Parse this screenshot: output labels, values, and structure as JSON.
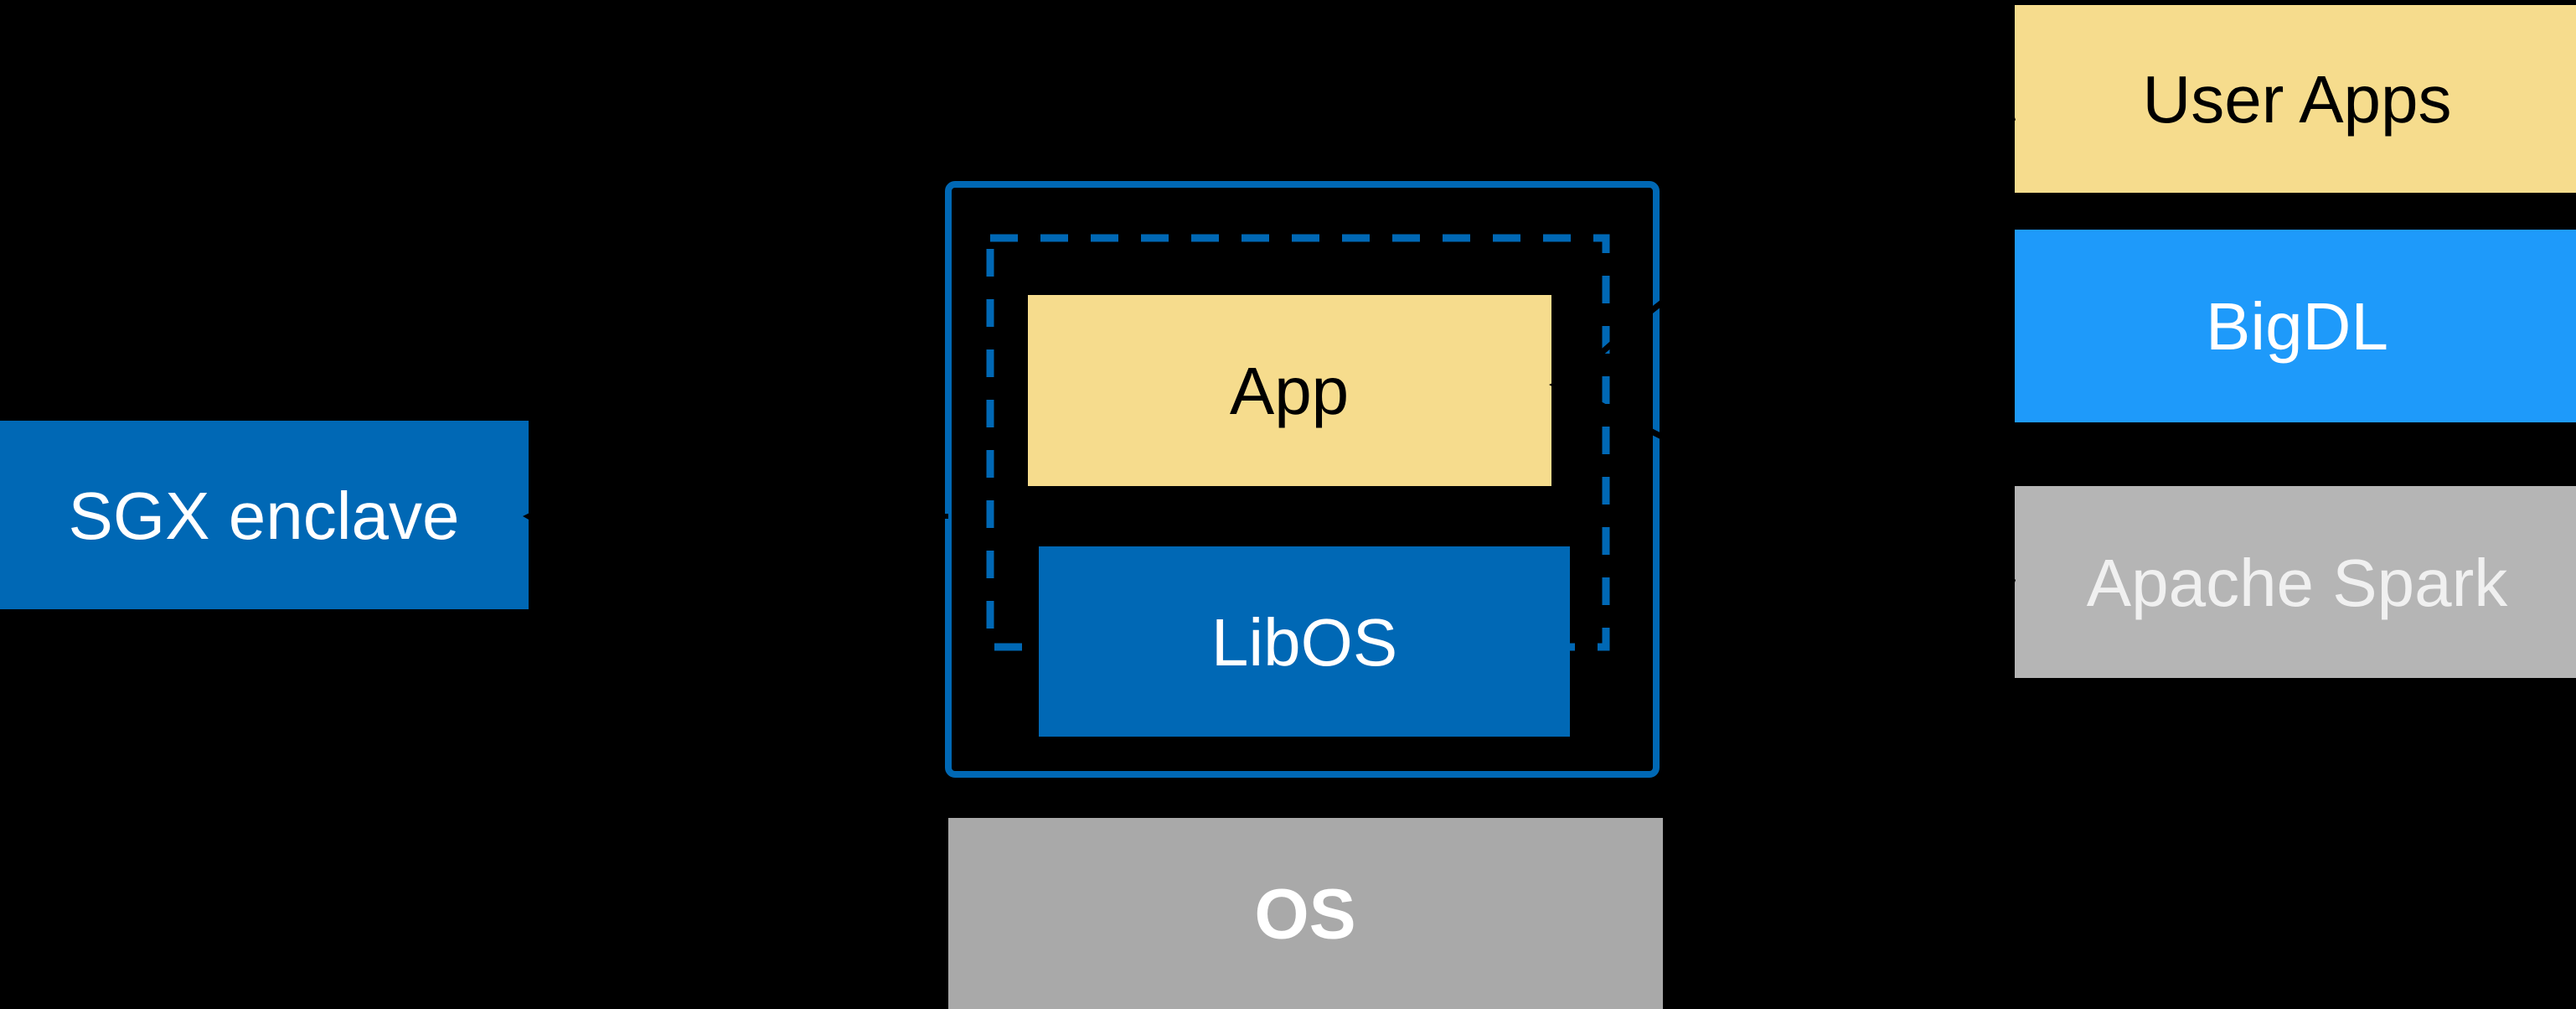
{
  "palette": {
    "background": "#000000",
    "intel_blue": "#0068B5",
    "bright_blue": "#1E9AFA",
    "soft_yellow": "#F6DC8D",
    "gray_os": "#A9A9A9",
    "gray_spark": "#B5B5B5",
    "spark_text": "#F0F0F0",
    "black": "#000000",
    "white": "#FFFFFF"
  },
  "diagram": {
    "sgx_label_box": {
      "label": "SGX enclave"
    },
    "enclave": {
      "app_box": {
        "label": "App"
      },
      "libos_box": {
        "label": "LibOS"
      }
    },
    "os_box": {
      "label": "OS"
    },
    "stack": {
      "user_apps": {
        "label": "User Apps"
      },
      "bigdl": {
        "label": "BigDL"
      },
      "apache_spark": {
        "label": "Apache Spark"
      }
    }
  }
}
